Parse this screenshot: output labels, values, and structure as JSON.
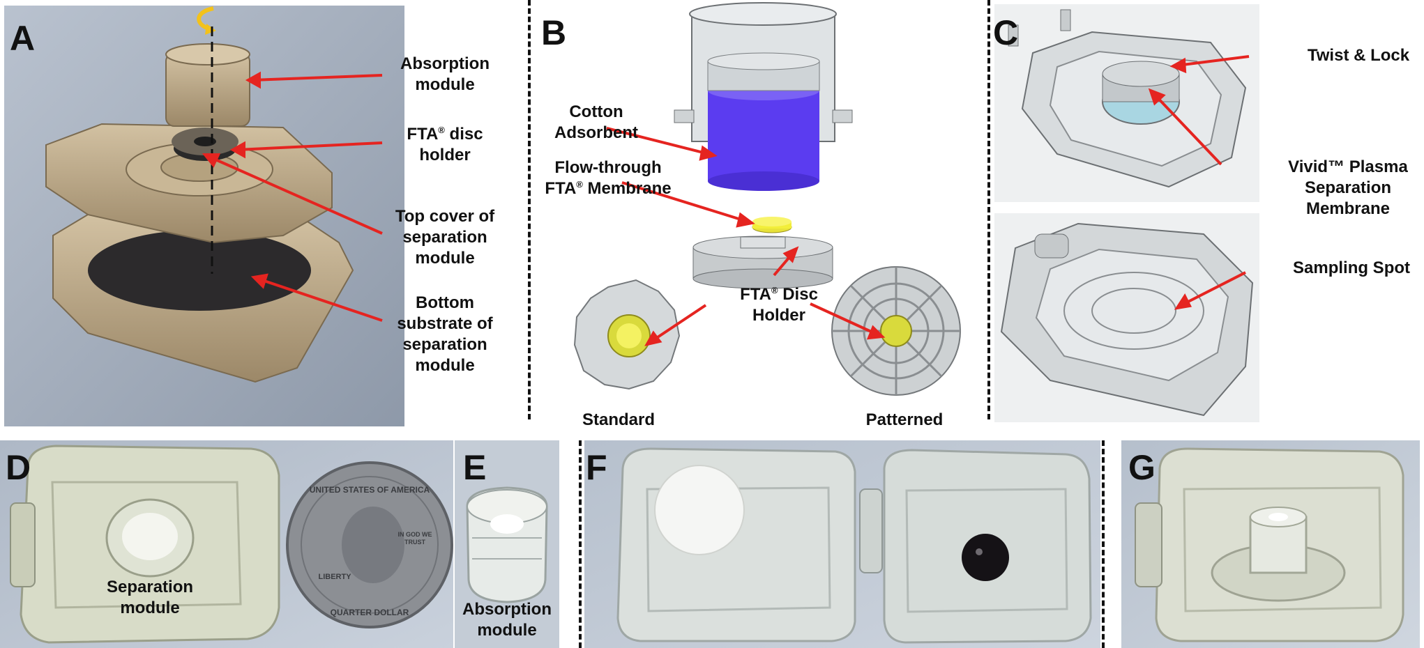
{
  "panels": {
    "a": {
      "label": "A",
      "annotations": {
        "absorption_module": "Absorption\nmodule",
        "fta_disc_holder_prefix": "FTA",
        "fta_disc_holder_suffix": " disc\nholder",
        "top_cover": "Top cover of\nseparation\nmodule",
        "bottom_substrate": "Bottom\nsubstrate of\nseparation\nmodule"
      }
    },
    "b": {
      "label": "B",
      "annotations": {
        "cotton_adsorbent": "Cotton\nAdsorbent",
        "flow_through_line1": "Flow-through",
        "flow_through_prefix": "FTA",
        "flow_through_suffix": " Membrane",
        "disc_holder_prefix": "FTA",
        "disc_holder_suffix": " Disc\nHolder",
        "standard": "Standard",
        "patterned": "Patterned"
      }
    },
    "c": {
      "label": "C",
      "annotations": {
        "twist_lock": "Twist & Lock",
        "vivid_membrane": "Vivid™ Plasma\nSeparation\nMembrane",
        "sampling_spot": "Sampling Spot"
      }
    },
    "d": {
      "label": "D",
      "annotations": {
        "separation_module": "Separation\nmodule",
        "coin_top": "UNITED STATES OF AMERICA",
        "coin_bottom": "QUARTER DOLLAR",
        "coin_liberty": "LIBERTY",
        "coin_trust": "IN GOD WE TRUST"
      }
    },
    "e": {
      "label": "E",
      "annotations": {
        "absorption_module": "Absorption\nmodule"
      }
    },
    "f": {
      "label": "F"
    },
    "g": {
      "label": "G"
    }
  },
  "registered_mark": "®",
  "colors": {
    "arrow": "#e52420",
    "render_tan": "#b9a585",
    "cad_gray": "#d2d6d8",
    "absorbent_purple": "#5b3cf0",
    "membrane_yellow": "#f2ee3a",
    "photo_bg": "#c4ccd6"
  }
}
